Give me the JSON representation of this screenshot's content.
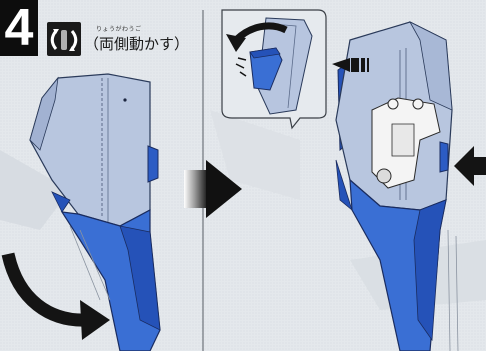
{
  "step": {
    "number": "4",
    "action_icon": "swing-both-arms-icon",
    "ruby": "りょうがわうご",
    "instruction": "（両側動かす）"
  },
  "panels": [
    {
      "name": "arm-before",
      "content": "blue-armor-part"
    },
    {
      "name": "arm-after",
      "content": "blue-armor-part-with-inner-frame"
    }
  ],
  "inset": {
    "content": "flip-down-part-detail"
  },
  "colors": {
    "background": "#e2e6ea",
    "armor_light": "#b7c5df",
    "armor_blue": "#3a6fd4",
    "armor_dark_blue": "#2552b8",
    "frame_white": "#f4f4f4",
    "arrow_black": "#141414"
  }
}
